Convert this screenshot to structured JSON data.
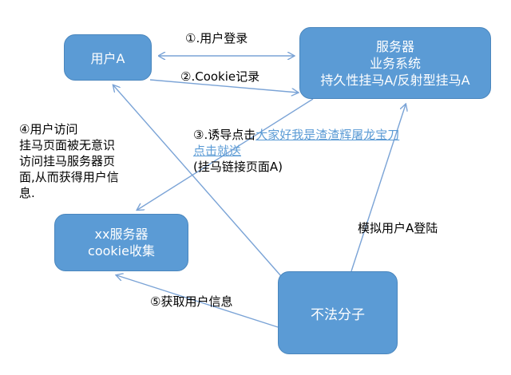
{
  "colors": {
    "box_fill": "#5b9bd5",
    "arrow": "#7aa3d6",
    "link_text": "#5b9bd5"
  },
  "nodes": {
    "user": "用户A",
    "server": [
      "服务器",
      "业务系统",
      "持久性挂马A/反射型挂马A"
    ],
    "xx_server": [
      "xx服务器",
      "cookie收集"
    ],
    "attacker": "不法分子"
  },
  "edges": {
    "step1": "①.用户登录",
    "step2": "②.Cookie记录",
    "step3_prefix": "③.诱导点击",
    "step3_link": "大家好我是渣渣辉屠龙宝刀点击就送",
    "step3_suffix": "(挂马链接页面A)",
    "step4": [
      "④用户访问",
      "挂马页面被无意识",
      "访问挂马服务器页",
      "面,从而获得用户信",
      "息."
    ],
    "simulate": "模拟用户A登陆",
    "step5": "⑤获取用户信息"
  }
}
